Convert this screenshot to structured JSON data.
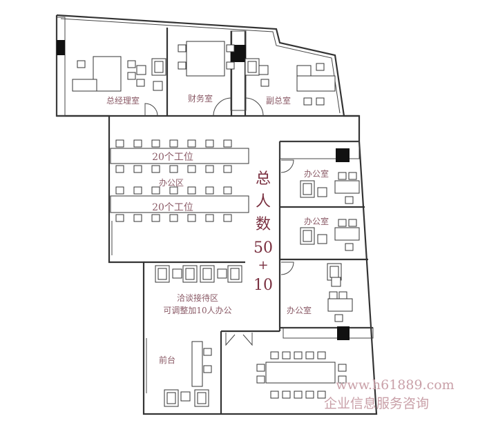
{
  "rooms": {
    "gm_office": "总经理室",
    "finance": "财务室",
    "deputy_gm": "副总室",
    "workstations_top": "20个工位",
    "office_area": "办公区",
    "workstations_bottom": "20个工位",
    "office_1": "办公室",
    "office_2": "办公室",
    "office_3": "办公室",
    "lounge": "洽谈接待区",
    "lounge_note": "可调整加10人办公",
    "reception": "前台"
  },
  "headcount": {
    "label_chars": [
      "总",
      "人",
      "数"
    ],
    "base": "50",
    "plus": "+",
    "extra": "10"
  },
  "watermark": {
    "url": "www.h61889.com",
    "company": "企业信息服务咨询"
  }
}
